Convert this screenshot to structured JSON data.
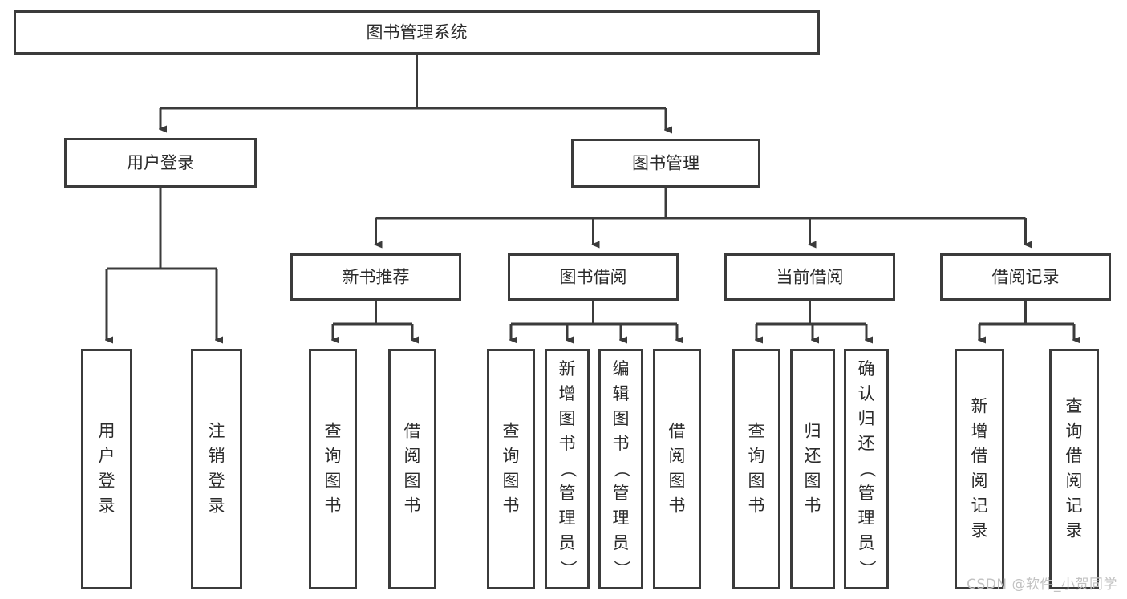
{
  "diagram": {
    "title": "图书管理系统",
    "type": "hierarchy-tree",
    "orientation": "top-down",
    "colors": {
      "background": "#ffffff",
      "box_stroke": "#3b3b3b",
      "box_fill": "#ffffff",
      "text": "#2b2b2b",
      "connector": "#3b3b3b",
      "watermark": "#c2c2c2"
    },
    "levels": [
      {
        "level": 1,
        "nodes": [
          {
            "id": "root",
            "label": "图书管理系统"
          }
        ]
      },
      {
        "level": 2,
        "nodes": [
          {
            "id": "user-login",
            "label": "用户登录",
            "parent": "root"
          },
          {
            "id": "book-manage",
            "label": "图书管理",
            "parent": "root"
          }
        ]
      },
      {
        "level": 3,
        "nodes": [
          {
            "id": "new-book-rec",
            "label": "新书推荐",
            "parent": "book-manage"
          },
          {
            "id": "book-borrow",
            "label": "图书借阅",
            "parent": "book-manage"
          },
          {
            "id": "current-borrow",
            "label": "当前借阅",
            "parent": "book-manage"
          },
          {
            "id": "borrow-record",
            "label": "借阅记录",
            "parent": "book-manage"
          }
        ]
      },
      {
        "level": 4,
        "nodes": [
          {
            "id": "leaf-user-login",
            "label": "用户登录",
            "parent": "user-login"
          },
          {
            "id": "leaf-logout",
            "label": "注销登录",
            "parent": "user-login"
          },
          {
            "id": "leaf-query-book-1",
            "label": "查询图书",
            "parent": "new-book-rec"
          },
          {
            "id": "leaf-borrow-book-1",
            "label": "借阅图书",
            "parent": "new-book-rec"
          },
          {
            "id": "leaf-query-book-2",
            "label": "查询图书",
            "parent": "book-borrow"
          },
          {
            "id": "leaf-add-book",
            "label": "新增图书（管理员）",
            "parent": "book-borrow"
          },
          {
            "id": "leaf-edit-book",
            "label": "编辑图书（管理员）",
            "parent": "book-borrow"
          },
          {
            "id": "leaf-borrow-book-2",
            "label": "借阅图书",
            "parent": "book-borrow"
          },
          {
            "id": "leaf-query-book-3",
            "label": "查询图书",
            "parent": "current-borrow"
          },
          {
            "id": "leaf-return-book",
            "label": "归还图书",
            "parent": "current-borrow"
          },
          {
            "id": "leaf-confirm-return",
            "label": "确认归还（管理员）",
            "parent": "current-borrow"
          },
          {
            "id": "leaf-add-record",
            "label": "新增借阅记录",
            "parent": "borrow-record"
          },
          {
            "id": "leaf-query-record",
            "label": "查询借阅记录",
            "parent": "borrow-record"
          }
        ]
      }
    ]
  },
  "watermark": {
    "text": "CSDN @软件_小贺同学"
  }
}
